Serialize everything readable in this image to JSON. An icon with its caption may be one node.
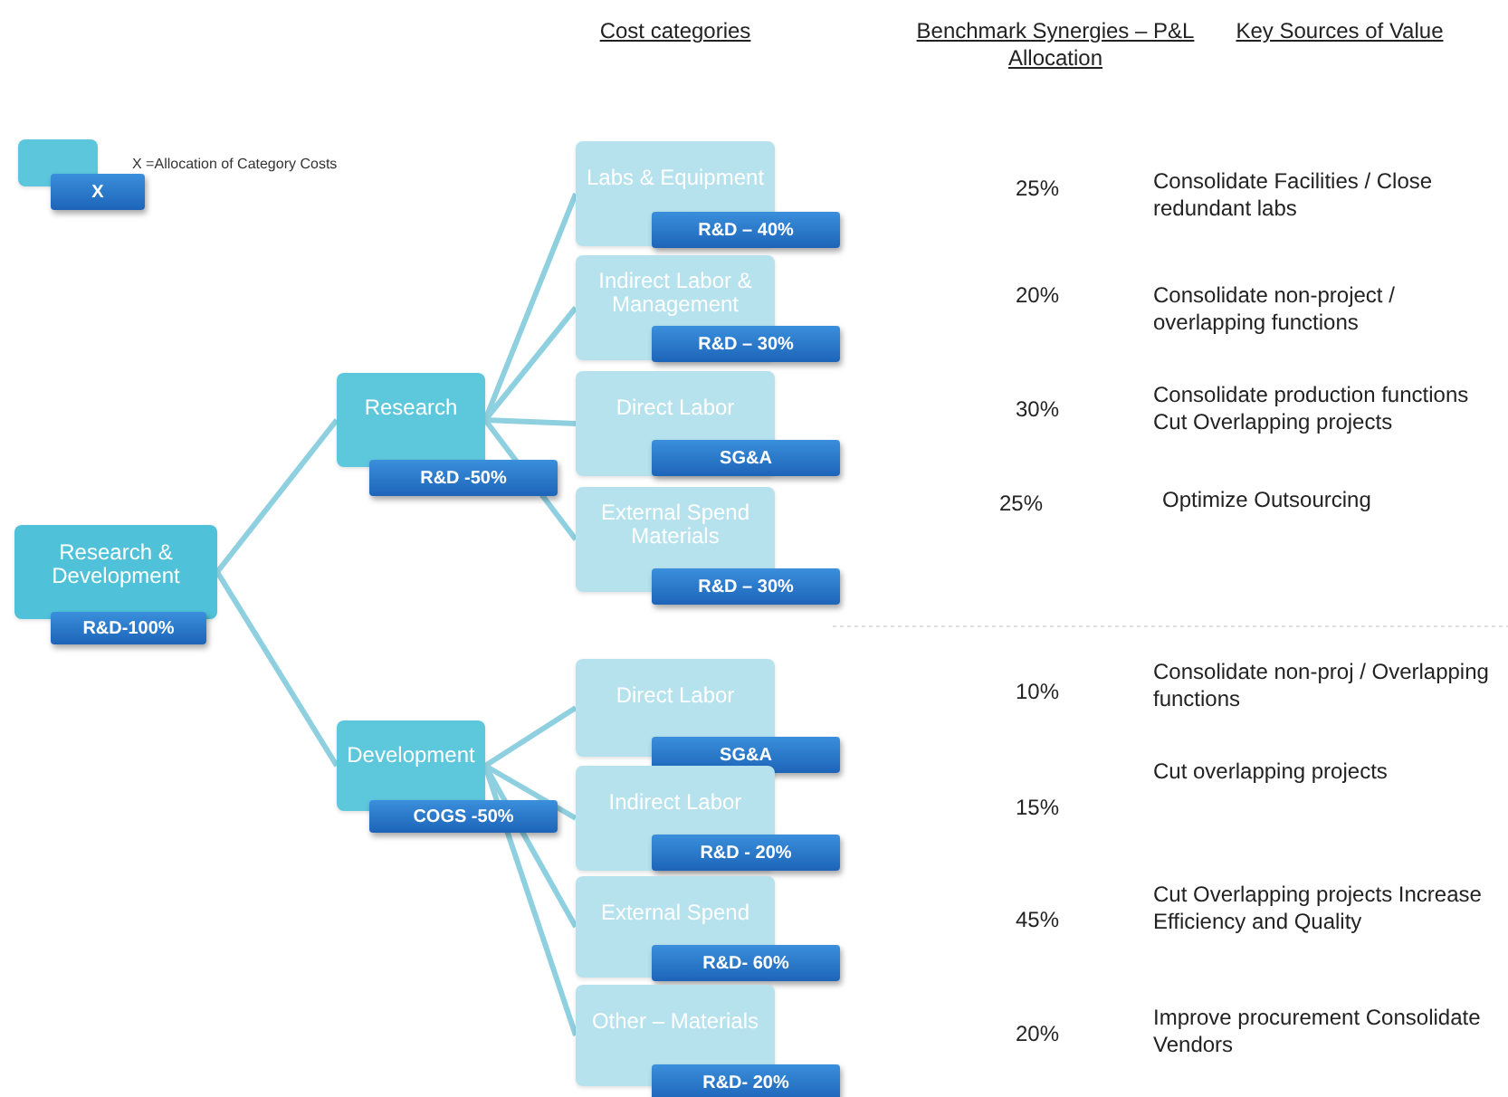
{
  "diagram": {
    "nodes": [
      {
        "text": [
          "X"
        ],
        "beside": [
          "X =Allocation of Category Costs"
        ]
      },
      {
        "text": [
          "Research & Development",
          "R&D-100%"
        ]
      },
      {
        "text": [
          "Research",
          "R&D -50%"
        ]
      },
      {
        "text": [
          "Development",
          "COGS -50%"
        ]
      },
      {
        "text": [
          "Labs & Equipment",
          "R&D – 40%"
        ]
      },
      {
        "text": [
          "Indirect Labor & Management",
          "R&D – 30%"
        ]
      },
      {
        "text": [
          "Direct Labor",
          "SG&A"
        ]
      },
      {
        "text": [
          "External Spend Materials",
          "R&D – 30%"
        ]
      },
      {
        "text": [
          "Direct Labor",
          "SG&A"
        ]
      },
      {
        "text": [
          "Indirect Labor",
          "R&D - 20%"
        ]
      },
      {
        "text": [
          "External Spend",
          "R&D- 60%"
        ]
      },
      {
        "text": [
          "Other – Materials",
          "R&D- 20%"
        ]
      }
    ],
    "edges": [
      {
        "from": 1,
        "to": 2,
        "arrow": "none"
      },
      {
        "from": 1,
        "to": 3,
        "arrow": "none"
      },
      {
        "from": 2,
        "to": 4,
        "arrow": "none"
      },
      {
        "from": 2,
        "to": 5,
        "arrow": "none"
      },
      {
        "from": 2,
        "to": 6,
        "arrow": "none"
      },
      {
        "from": 2,
        "to": 7,
        "arrow": "none"
      },
      {
        "from": 3,
        "to": 8,
        "arrow": "none"
      },
      {
        "from": 3,
        "to": 9,
        "arrow": "none"
      },
      {
        "from": 3,
        "to": 10,
        "arrow": "none"
      },
      {
        "from": 3,
        "to": 11,
        "arrow": "none"
      }
    ],
    "labels": [
      "Cost categories",
      "Benchmark Synergies – P&L Allocation",
      "Key Sources of Value",
      "25%",
      "Consolidate Facilities / Close redundant labs",
      "20%",
      "Consolidate non-project / overlapping functions",
      "30%",
      "Consolidate production functions Cut Overlapping projects",
      "25%",
      "Optimize Outsourcing",
      "10%",
      "Consolidate non-proj / Overlapping functions",
      "Cut overlapping projects",
      "15%",
      "45%",
      "Cut Overlapping projects Increase Efficiency and Quality",
      "20%",
      "Improve procurement Consolidate Vendors"
    ]
  }
}
